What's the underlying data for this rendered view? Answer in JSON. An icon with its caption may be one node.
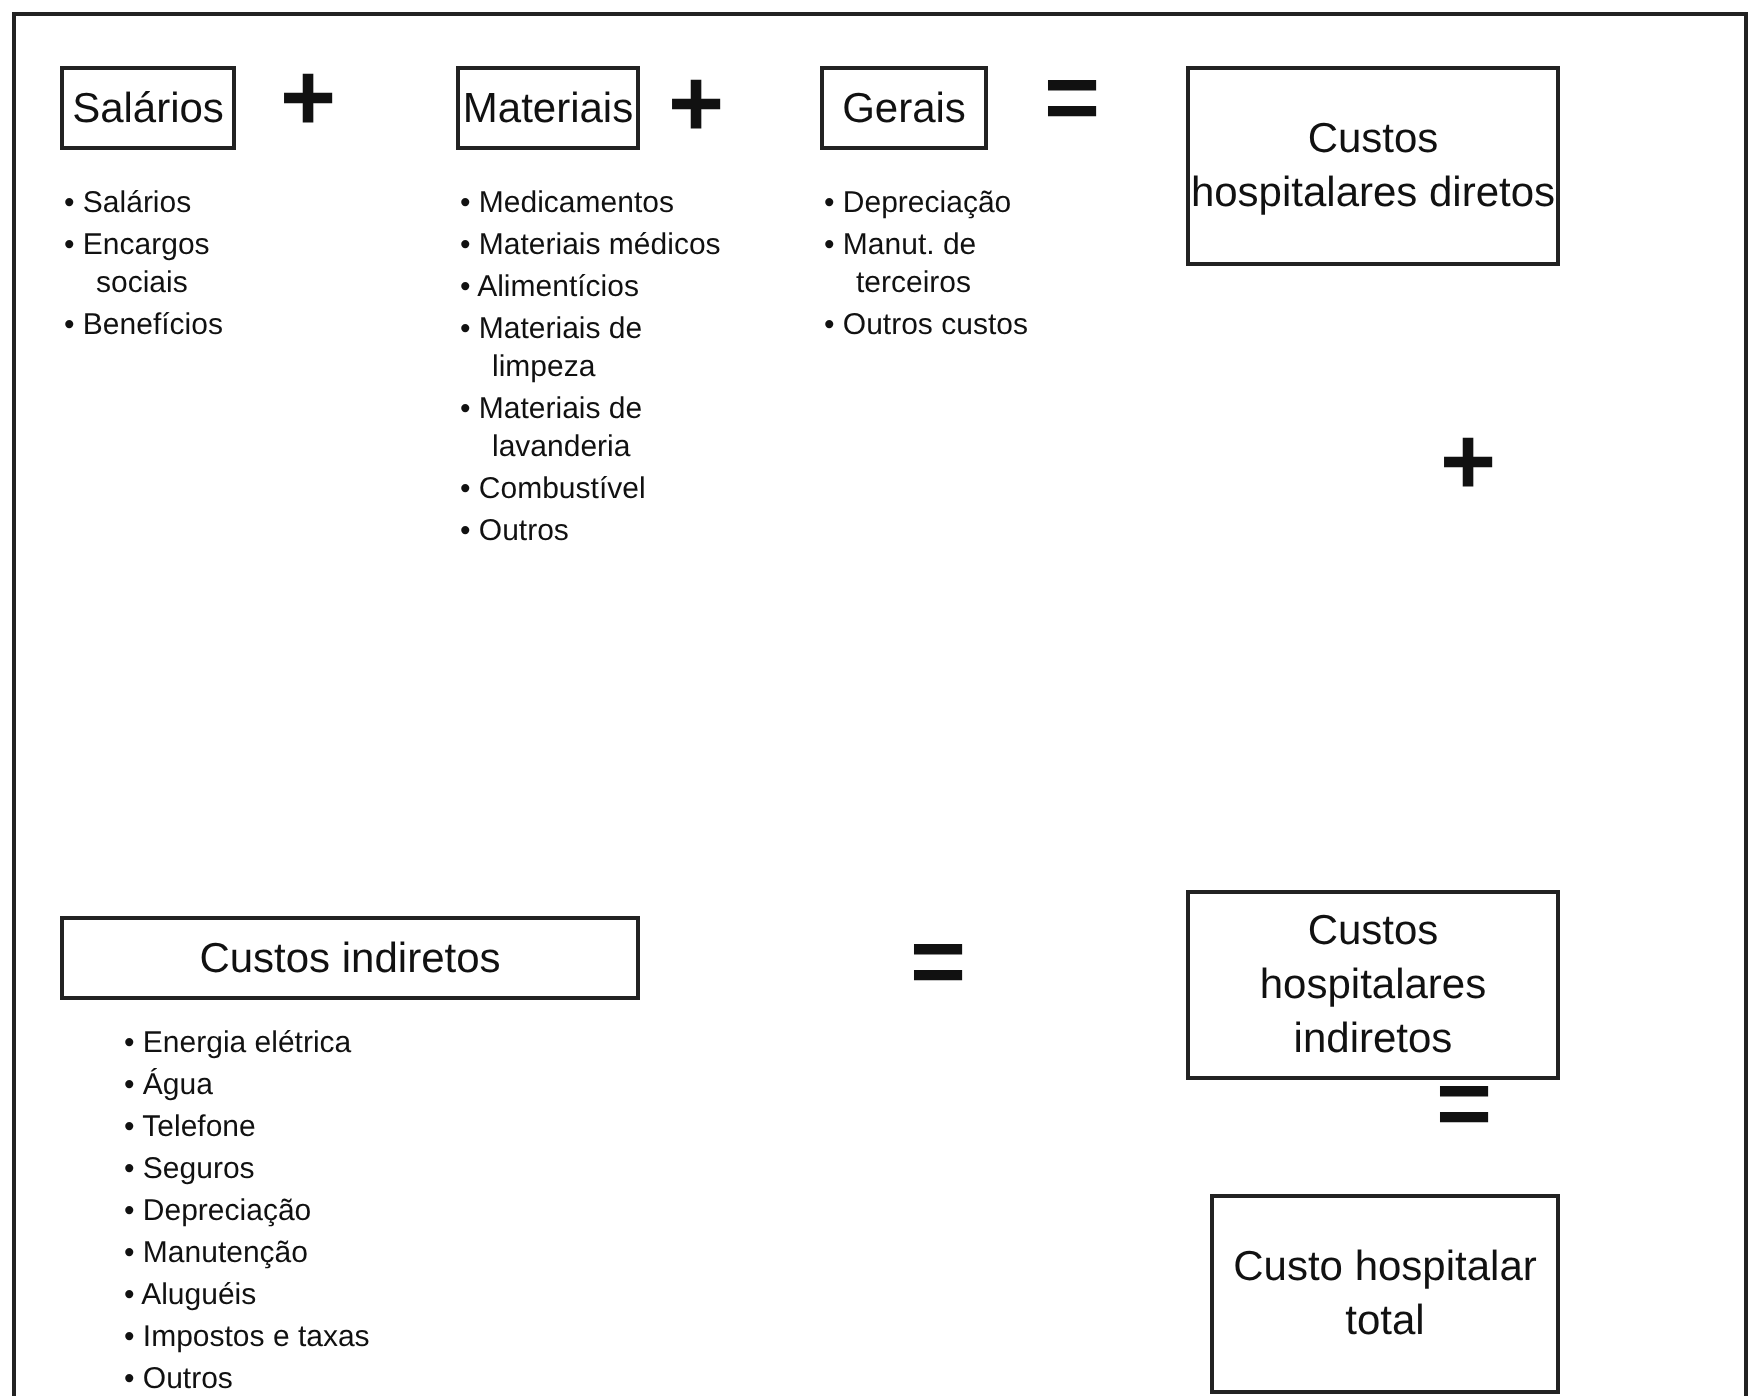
{
  "diagram": {
    "nodes": [
      {
        "text": [
          "Salários"
        ],
        "beside": [
          "• Salários",
          "• Encargos sociais",
          "• Benefícios"
        ]
      },
      {
        "text": [
          "Materiais"
        ],
        "beside": [
          "• Medicamentos",
          "• Materiais médicos",
          "• Alimentícios",
          "• Materiais de limpeza",
          "• Materiais de lavanderia",
          "• Combustível",
          "• Outros"
        ]
      },
      {
        "text": [
          "Gerais"
        ],
        "beside": [
          "• Depreciação",
          "• Manut. de terceiros",
          "• Outros custos"
        ]
      },
      {
        "text": [
          "Custos hospitalares diretos"
        ]
      },
      {
        "text": [
          "Custos indiretos"
        ],
        "beside": [
          "• Energia elétrica",
          "• Água",
          "• Telefone",
          "• Seguros",
          "• Depreciação",
          "• Manutenção",
          "• Aluguéis",
          "• Impostos e taxas",
          "• Outros"
        ]
      },
      {
        "text": [
          "Custos hospitalares indiretos"
        ]
      },
      {
        "text": [
          "Custo hospitalar total"
        ]
      }
    ],
    "edges": [],
    "labels": [
      "+",
      "+",
      "=",
      "+",
      "=",
      "="
    ]
  }
}
